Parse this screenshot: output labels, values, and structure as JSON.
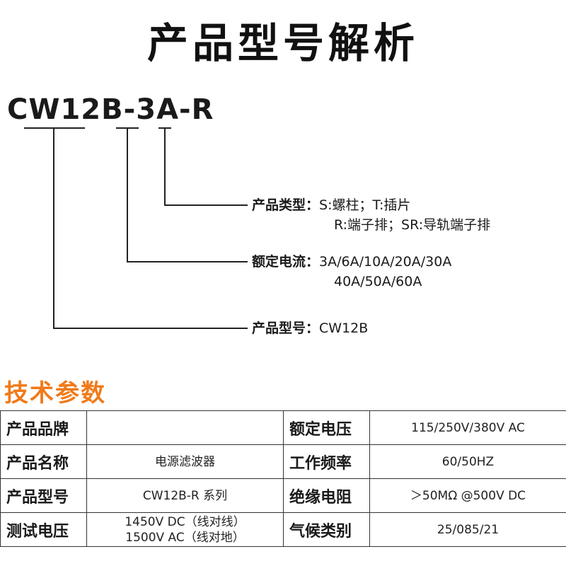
{
  "title": "产品型号解析",
  "model_code": "CW12B-3A-R",
  "breakdown": [
    {
      "key": "产品类型：",
      "lines": [
        "S:螺柱；T:插片",
        "R:端子排；SR:导轨端子排"
      ]
    },
    {
      "key": "额定电流：",
      "lines": [
        "3A/6A/10A/20A/30A",
        "40A/50A/60A"
      ]
    },
    {
      "key": "产品型号：",
      "lines": [
        "CW12B"
      ]
    }
  ],
  "section_title": "技术参数",
  "params": [
    {
      "k1": "产品品牌",
      "v1": [
        ""
      ],
      "k2": "额定电压",
      "v2": [
        "115/250V/380V AC"
      ]
    },
    {
      "k1": "产品名称",
      "v1": [
        "电源滤波器"
      ],
      "k2": "工作频率",
      "v2": [
        "60/50HZ"
      ]
    },
    {
      "k1": "产品型号",
      "v1": [
        "CW12B-R 系列"
      ],
      "k2": "绝缘电阻",
      "v2": [
        "＞50MΩ @500V  DC"
      ]
    },
    {
      "k1": "测试电压",
      "v1": [
        "1450V DC（线对线）",
        "1500V AC（线对地）"
      ],
      "k2": "气候类别",
      "v2": [
        "25/085/21"
      ]
    }
  ]
}
